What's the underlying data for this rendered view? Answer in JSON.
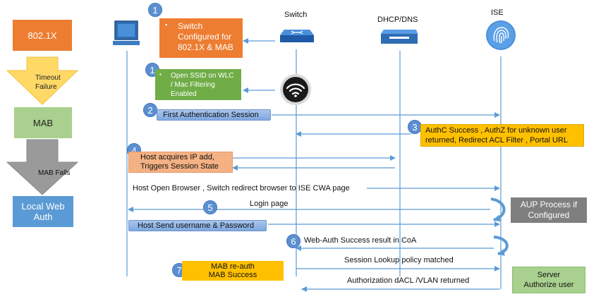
{
  "left_flow": {
    "dot1x_label": "802.1X",
    "timeout_line1": "Timeout",
    "timeout_line2": "Failure",
    "mab_label": "MAB",
    "mab_falls_label": "MAB  Falls",
    "local_web_auth_label": "Local Web Auth"
  },
  "headers": {
    "switch": "Switch",
    "dhcp_dns": "DHCP/DNS",
    "ise": "ISE"
  },
  "colors": {
    "orange": "#ed7d31",
    "green": "#a9d08e",
    "blue": "#5b9bd5",
    "grey": "#808080",
    "yellow": "#ffc000",
    "salmon": "#f4b183"
  },
  "steps": {
    "step1a_badge": "1",
    "step1a_bullet": "▪",
    "step1a_line1": "Switch",
    "step1a_line2": "Configured for",
    "step1a_line3": "802.1X & MAB",
    "step1b_badge": "1",
    "step1b_bullet": "▪",
    "step1b_line1": "Open SSID on WLC",
    "step1b_line2": "/ Mac Filtering",
    "step1b_line3": "Enabled",
    "step2_badge": "2",
    "step2_label": "First Authentication Session",
    "step3_badge": "3",
    "step3_line1": "AuthC Success , AuthZ for unknown user",
    "step3_line2": "returned, Redirect ACL Filter , Portal URL",
    "step4_badge": "4",
    "step4_line1": "Host acquires IP add,",
    "step4_line2": "Triggers Session State",
    "browser_redirect": "Host Open Browser , Switch redirect browser to ISE CWA page",
    "step5_badge": "5",
    "login_page": "Login page",
    "aup_line1": "AUP Process if",
    "aup_line2": "Configured",
    "send_credentials": "Host Send username & Password",
    "step6_badge": "6",
    "webauth_success": "Web-Auth Success result in CoA",
    "session_lookup": "Session Lookup policy matched",
    "step7_badge": "7",
    "mab_reauth": "MAB re-auth",
    "mab_success": "MAB Success",
    "authz_returned": "Authorization dACL /VLAN returned",
    "server_line1": "Server",
    "server_line2": "Authorize user"
  },
  "icons": {
    "host": "laptop-icon",
    "switch": "switch-icon",
    "dhcp": "server-icon",
    "ise": "fingerprint-icon",
    "wlc": "wifi-icon"
  }
}
